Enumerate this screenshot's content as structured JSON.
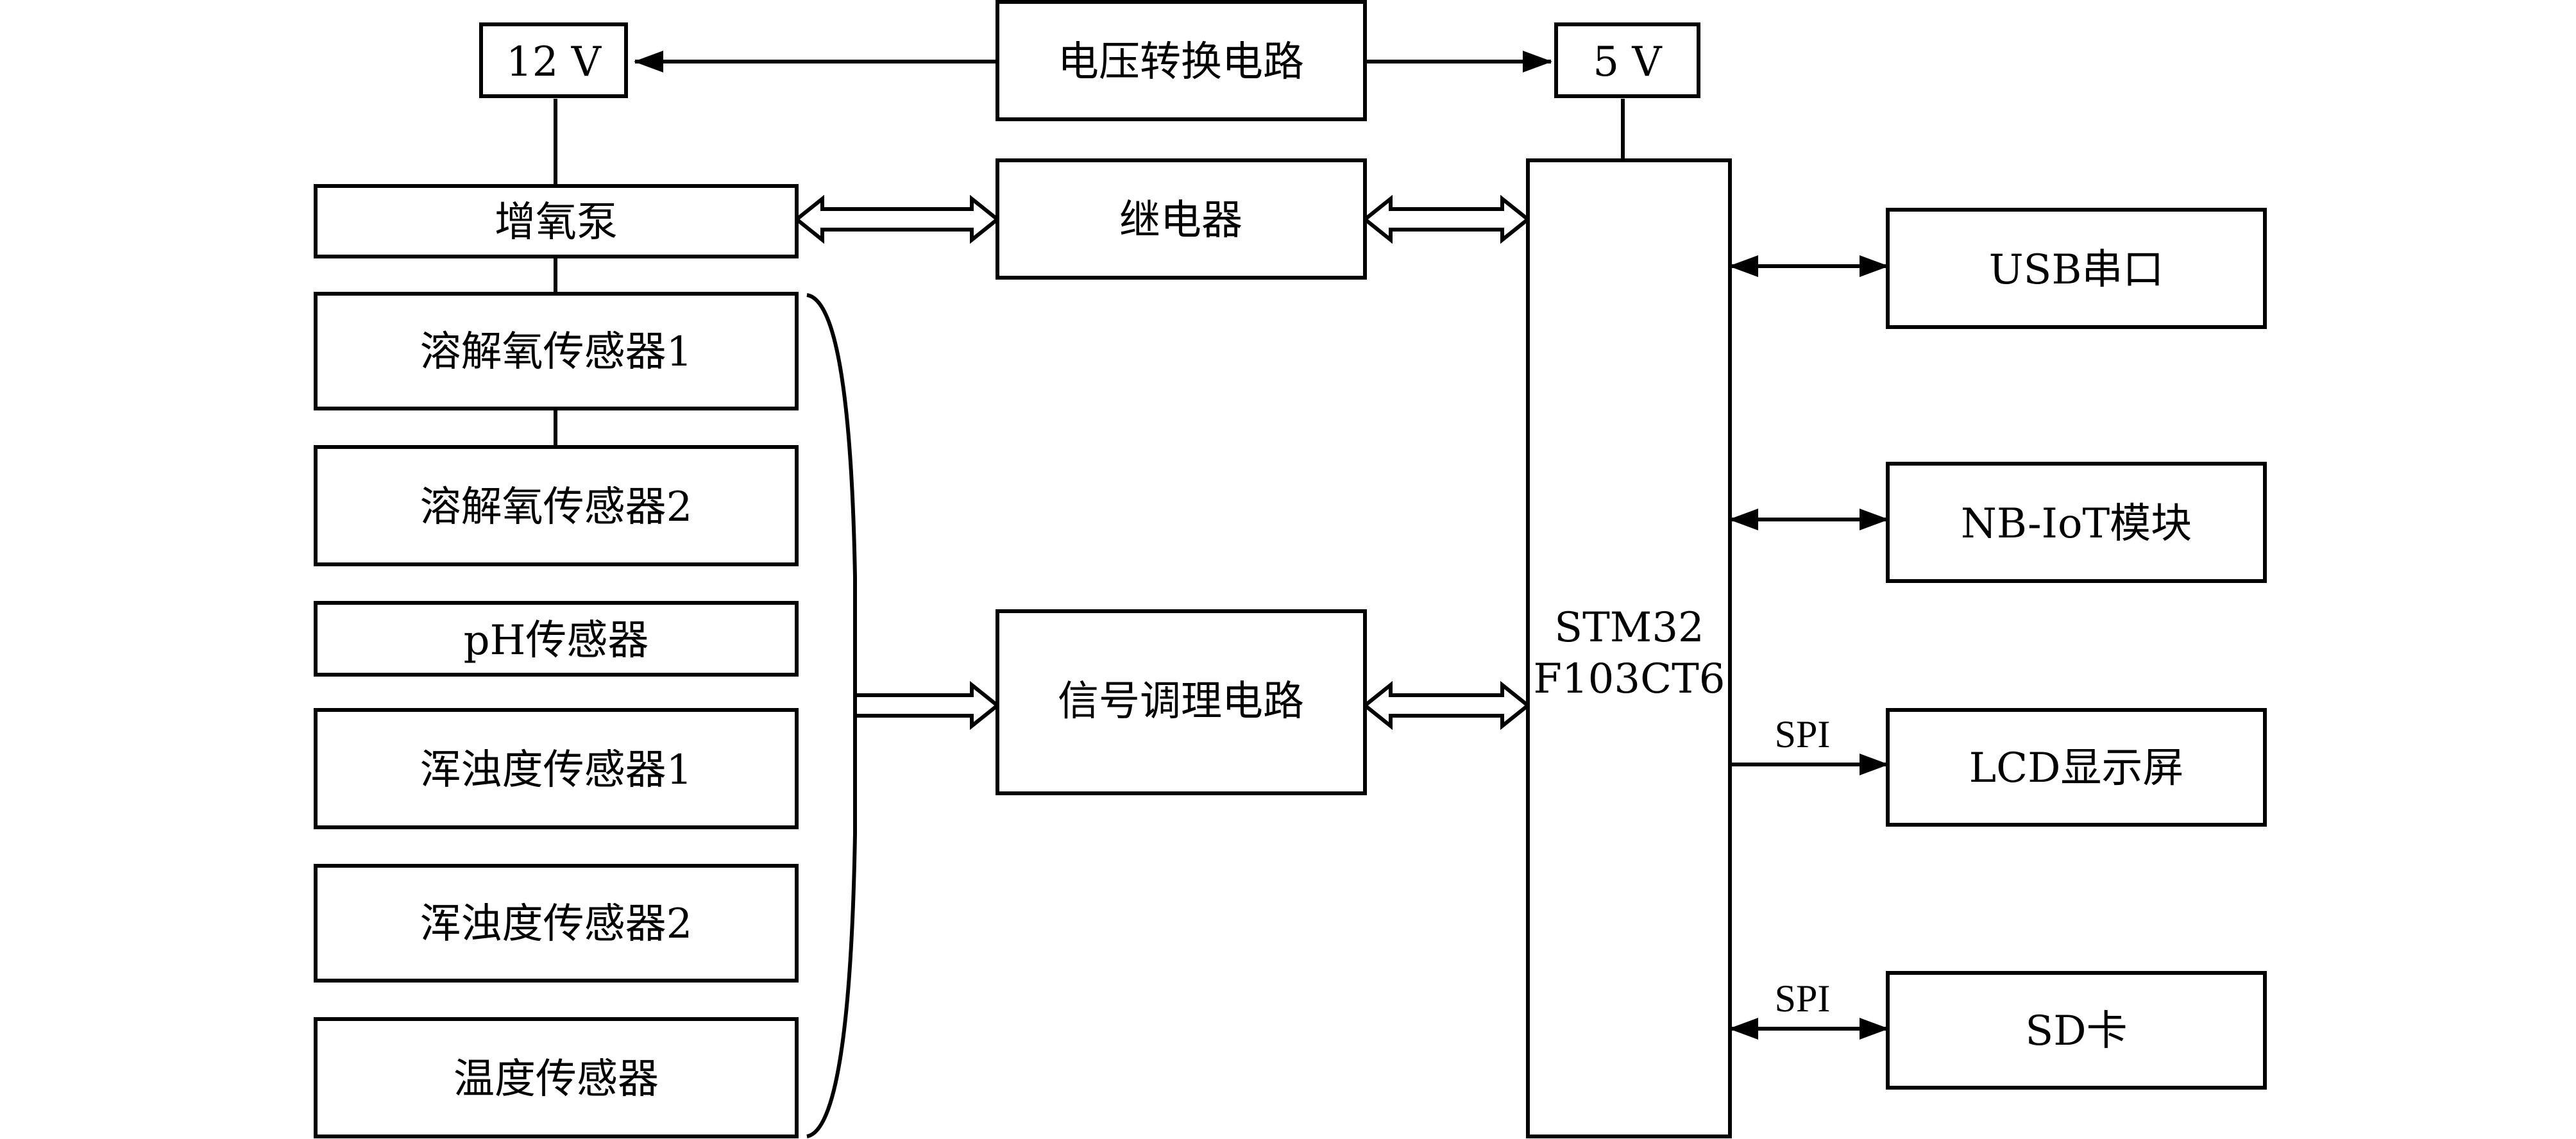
{
  "boxes": {
    "v12": "12 V",
    "voltage_converter": "电压转换电路",
    "v5": "5 V",
    "aerator_pump": "增氧泵",
    "relay": "继电器",
    "do_sensor_1": "溶解氧传感器1",
    "do_sensor_2": "溶解氧传感器2",
    "ph_sensor": "pH传感器",
    "turbidity_sensor_1": "浑浊度传感器1",
    "turbidity_sensor_2": "浑浊度传感器2",
    "temperature_sensor": "温度传感器",
    "signal_conditioning": "信号调理电路",
    "mcu_line1": "STM32",
    "mcu_line2": "F103CT6",
    "usb_serial": "USB串口",
    "nb_iot": "NB-IoT模块",
    "lcd": "LCD显示屏",
    "sd_card": "SD卡"
  },
  "edge_labels": {
    "lcd_bus": "SPI",
    "sd_bus": "SPI"
  }
}
